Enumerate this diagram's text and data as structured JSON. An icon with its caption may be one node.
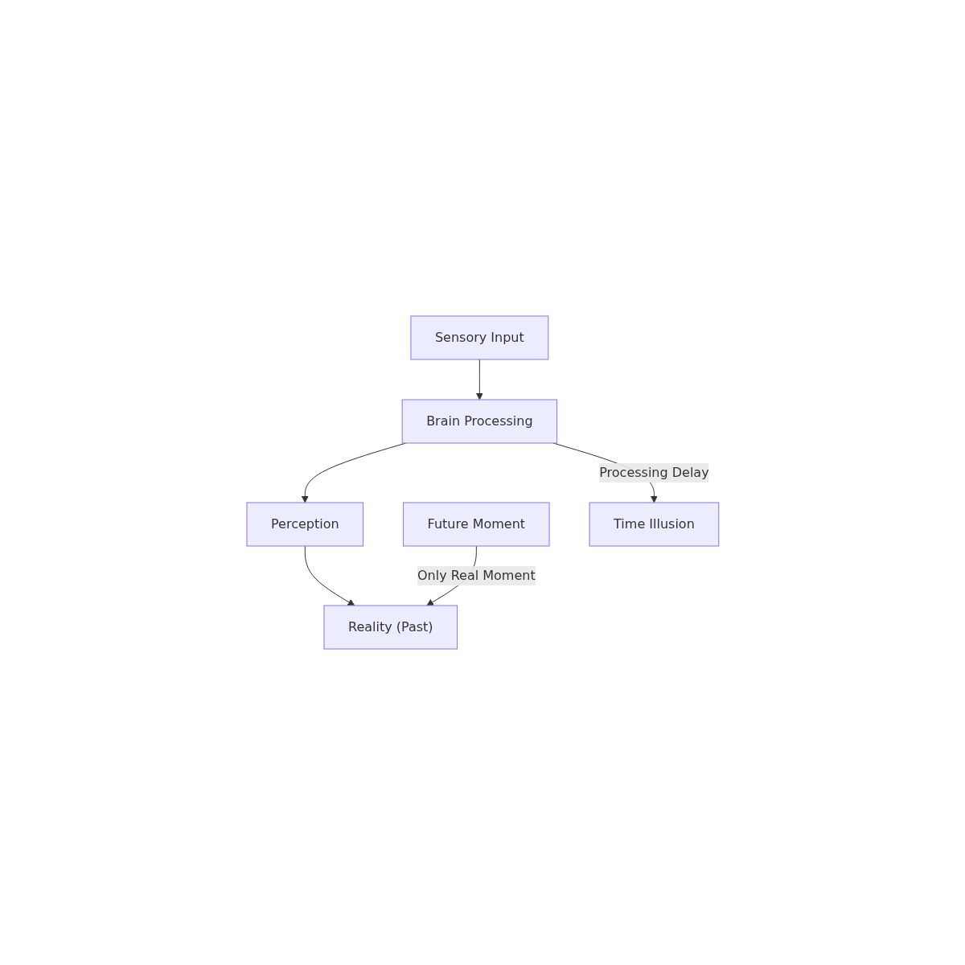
{
  "diagram": {
    "nodes": [
      {
        "text": [
          "Sensory Input"
        ]
      },
      {
        "text": [
          "Brain Processing"
        ]
      },
      {
        "text": [
          "Perception"
        ]
      },
      {
        "text": [
          "Future Moment"
        ]
      },
      {
        "text": [
          "Time Illusion"
        ]
      },
      {
        "text": [
          "Reality (Past)"
        ]
      }
    ],
    "edges": [
      {
        "from": 0,
        "to": 1,
        "arrow": "to"
      },
      {
        "from": 1,
        "to": 2,
        "arrow": "to"
      },
      {
        "from": 1,
        "to": 4,
        "arrow": "to",
        "label": "Processing Delay"
      },
      {
        "from": 2,
        "to": 5,
        "arrow": "to"
      },
      {
        "from": 3,
        "to": 5,
        "arrow": "to",
        "label": "Only Real Moment"
      }
    ]
  }
}
